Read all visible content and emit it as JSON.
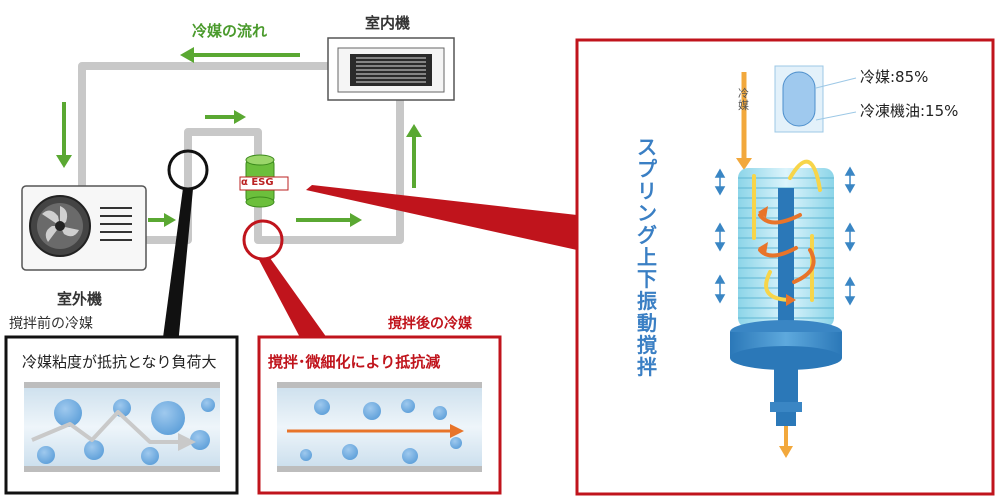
{
  "labels": {
    "flow": "冷媒の流れ",
    "indoor_unit": "室内機",
    "outdoor_unit": "室外機",
    "before_title": "撹拌前の冷媒",
    "before_caption": "冷媒粘度が抵抗となり負荷大",
    "after_title": "撹拌後の冷媒",
    "after_caption": "撹拌･微細化により抵抗減",
    "device_logo": "α ESG",
    "vertical_refrigerant": "冷媒",
    "oil_ratio_refrigerant": "冷媒:85%",
    "oil_ratio_oil": "冷凍機油:15%",
    "spring_caption": "スプリング上下振動撹拌"
  },
  "colors": {
    "pipe": "#c8c8c8",
    "flow_arrow": "#5aa832",
    "highlight": "#c0141c",
    "refrigerant_blue": "#3a7fc4"
  }
}
